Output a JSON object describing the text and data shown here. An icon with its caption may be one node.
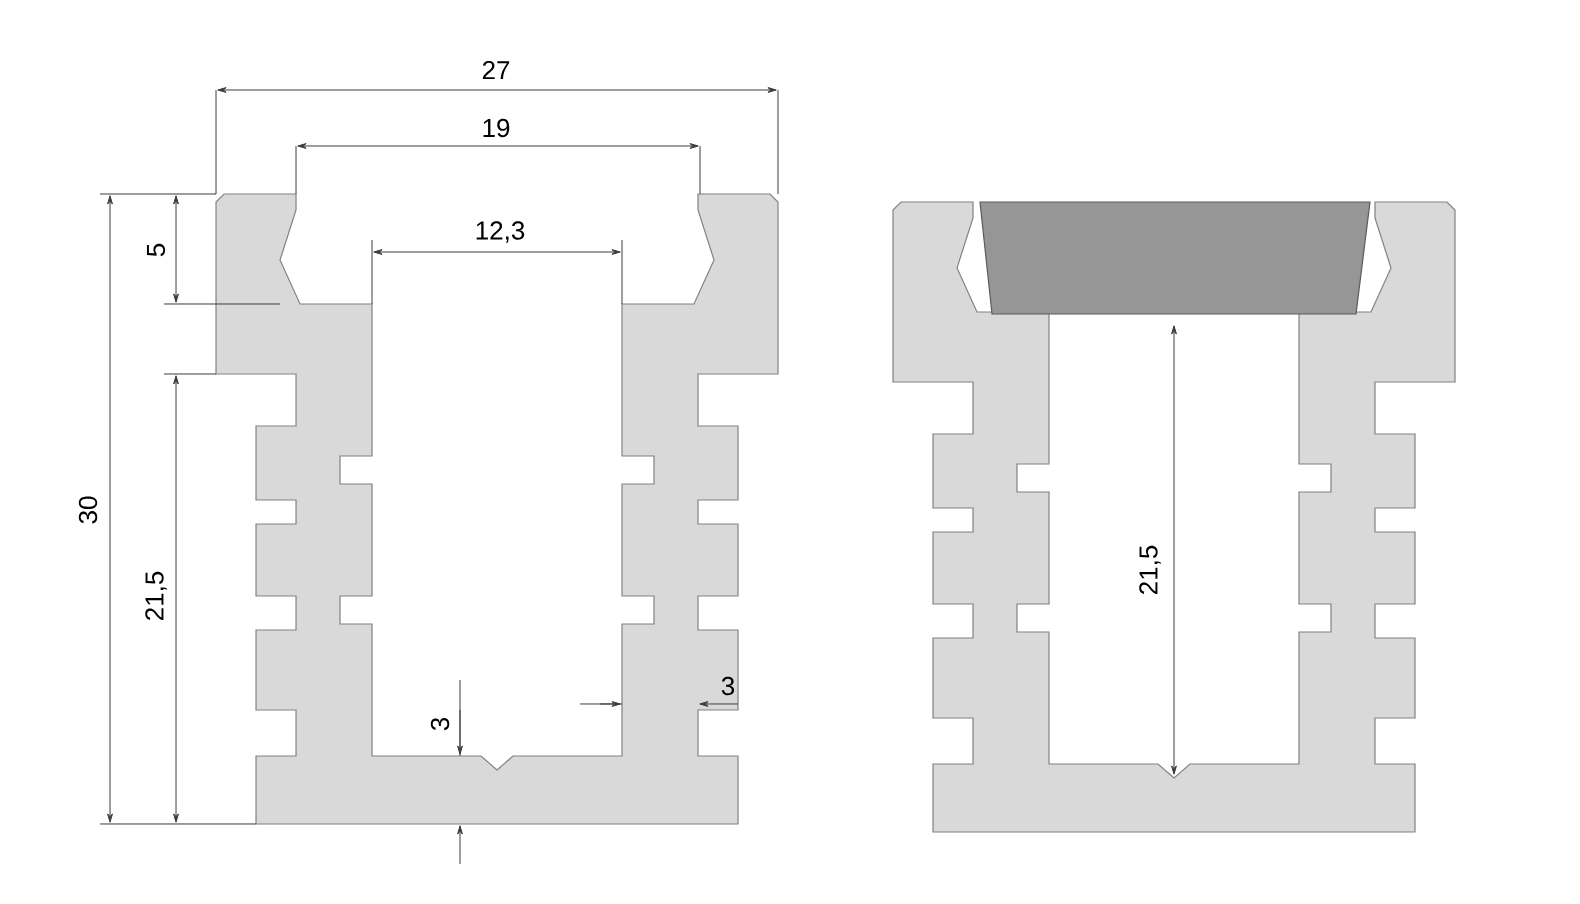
{
  "diagram": {
    "labels": [
      "27",
      "19",
      "12,3",
      "5",
      "30",
      "21,5",
      "21,5",
      "3",
      "3"
    ]
  }
}
